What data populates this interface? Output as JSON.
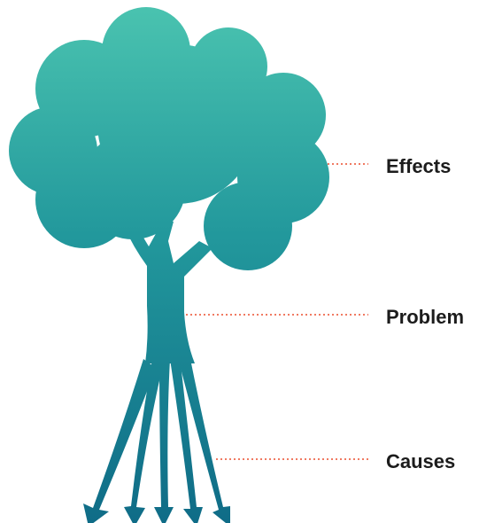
{
  "labels": {
    "effects": "Effects",
    "problem": "Problem",
    "causes": "Causes"
  },
  "colors": {
    "tree_top": "#4bc4b0",
    "tree_mid": "#22989c",
    "tree_bottom": "#106f88",
    "connector": "#f07a62",
    "label_text": "#1c1c1c"
  },
  "icons": [
    "tree-crown",
    "tree-trunk",
    "tree-roots-arrows"
  ]
}
